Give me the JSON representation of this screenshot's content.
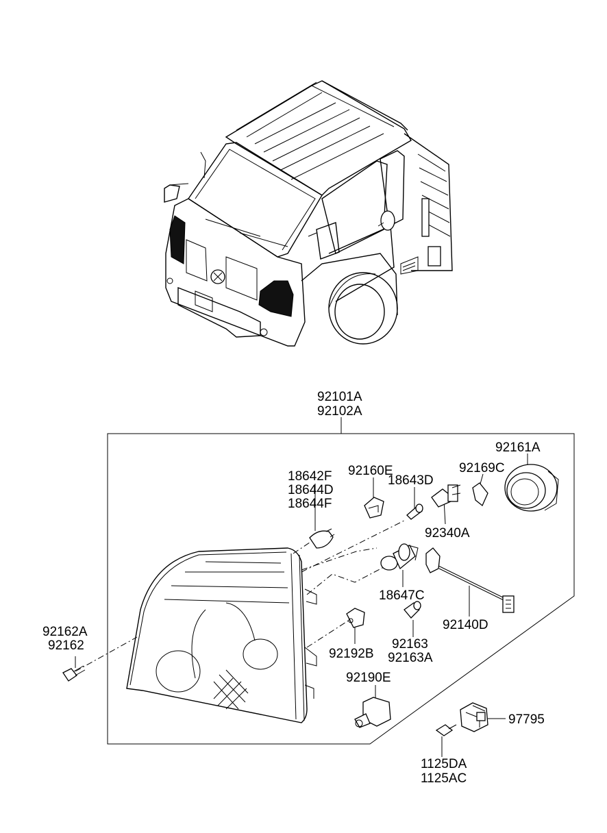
{
  "callouts": {
    "assembly_1": "92101A",
    "assembly_2": "92102A",
    "bulb_1": "18642F",
    "bulb_2": "18644D",
    "bulb_3": "18644F",
    "socket_92160e": "92160E",
    "bulb_18643d": "18643D",
    "cap_92169c": "92169C",
    "cover_92161a": "92161A",
    "socket_92340a": "92340A",
    "bulb_18647c": "18647C",
    "harness_92140d": "92140D",
    "screw_1": "92162A",
    "screw_2": "92162",
    "socket_92192b": "92192B",
    "holder_1": "92163",
    "holder_2": "92163A",
    "actuator_92190e": "92190E",
    "relay_97795": "97795",
    "bolt_1": "1125DA",
    "bolt_2": "1125AC"
  }
}
